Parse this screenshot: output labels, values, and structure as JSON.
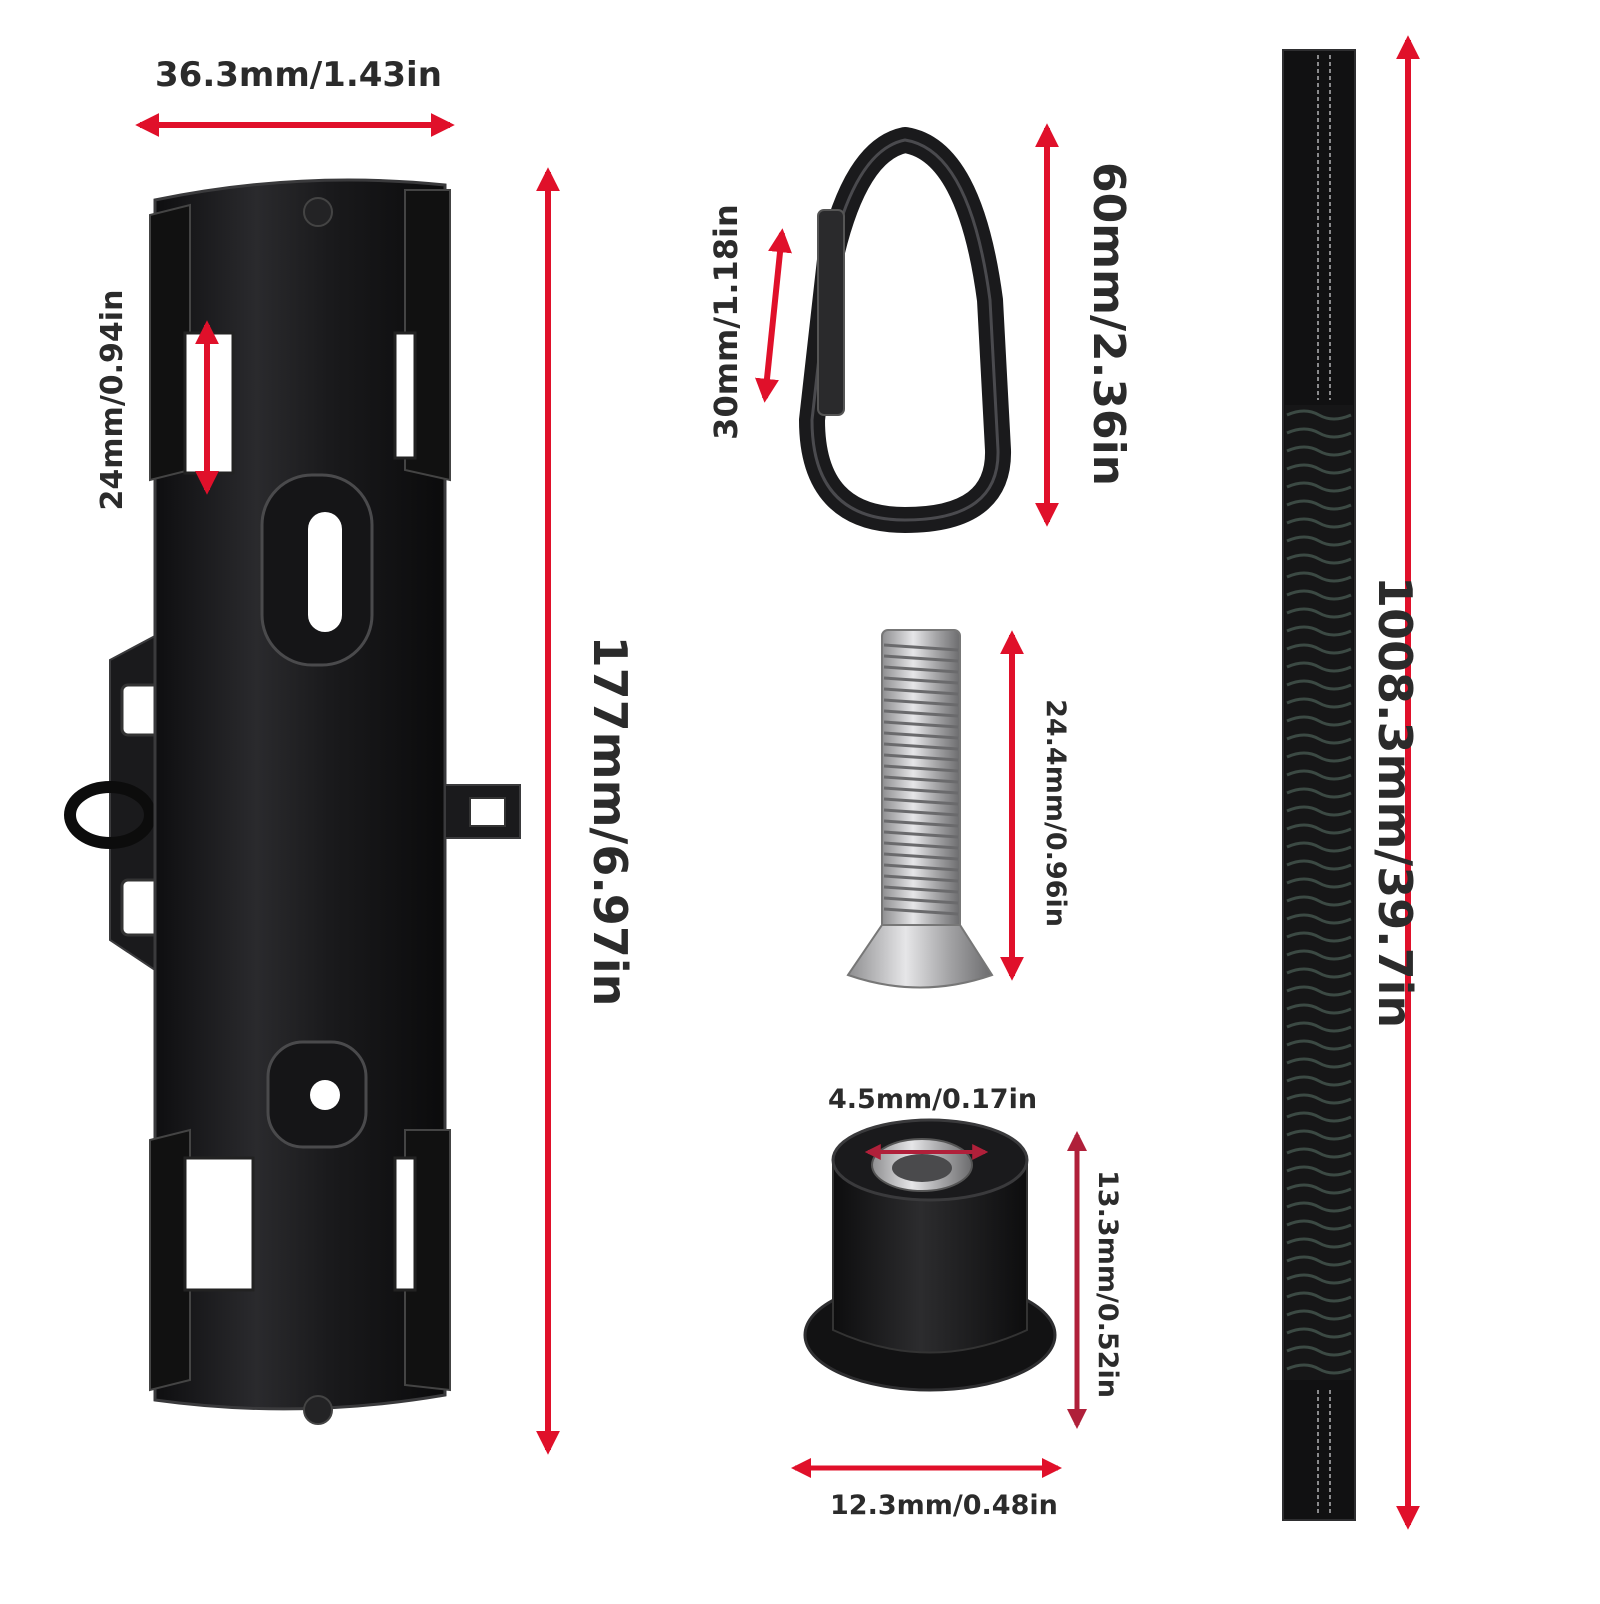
{
  "colors": {
    "arrow": "#e0102a",
    "arrow_dark": "#b0203a",
    "part_black": "#1c1c1e",
    "part_edge": "#3a3a3c",
    "label": "#2b2b2b",
    "steel": "#b8b8ba"
  },
  "dimensions": {
    "holder_width": "36.3mm/1.43in",
    "holder_slot": "24mm/0.94in",
    "holder_length": "177mm/6.97in",
    "carabiner_gate": "30mm/1.18in",
    "carabiner_length": "60mm/2.36in",
    "screw_length": "24.4mm/0.96in",
    "nut_hole": "4.5mm/0.17in",
    "nut_height": "13.3mm/0.52in",
    "nut_flange": "12.3mm/0.48in",
    "strap_length": "1008.3mm/39.7in"
  },
  "parts": [
    "fire-extinguisher-holder",
    "carabiner",
    "countersunk-screw",
    "rubber-well-nut",
    "elastic-strap"
  ]
}
